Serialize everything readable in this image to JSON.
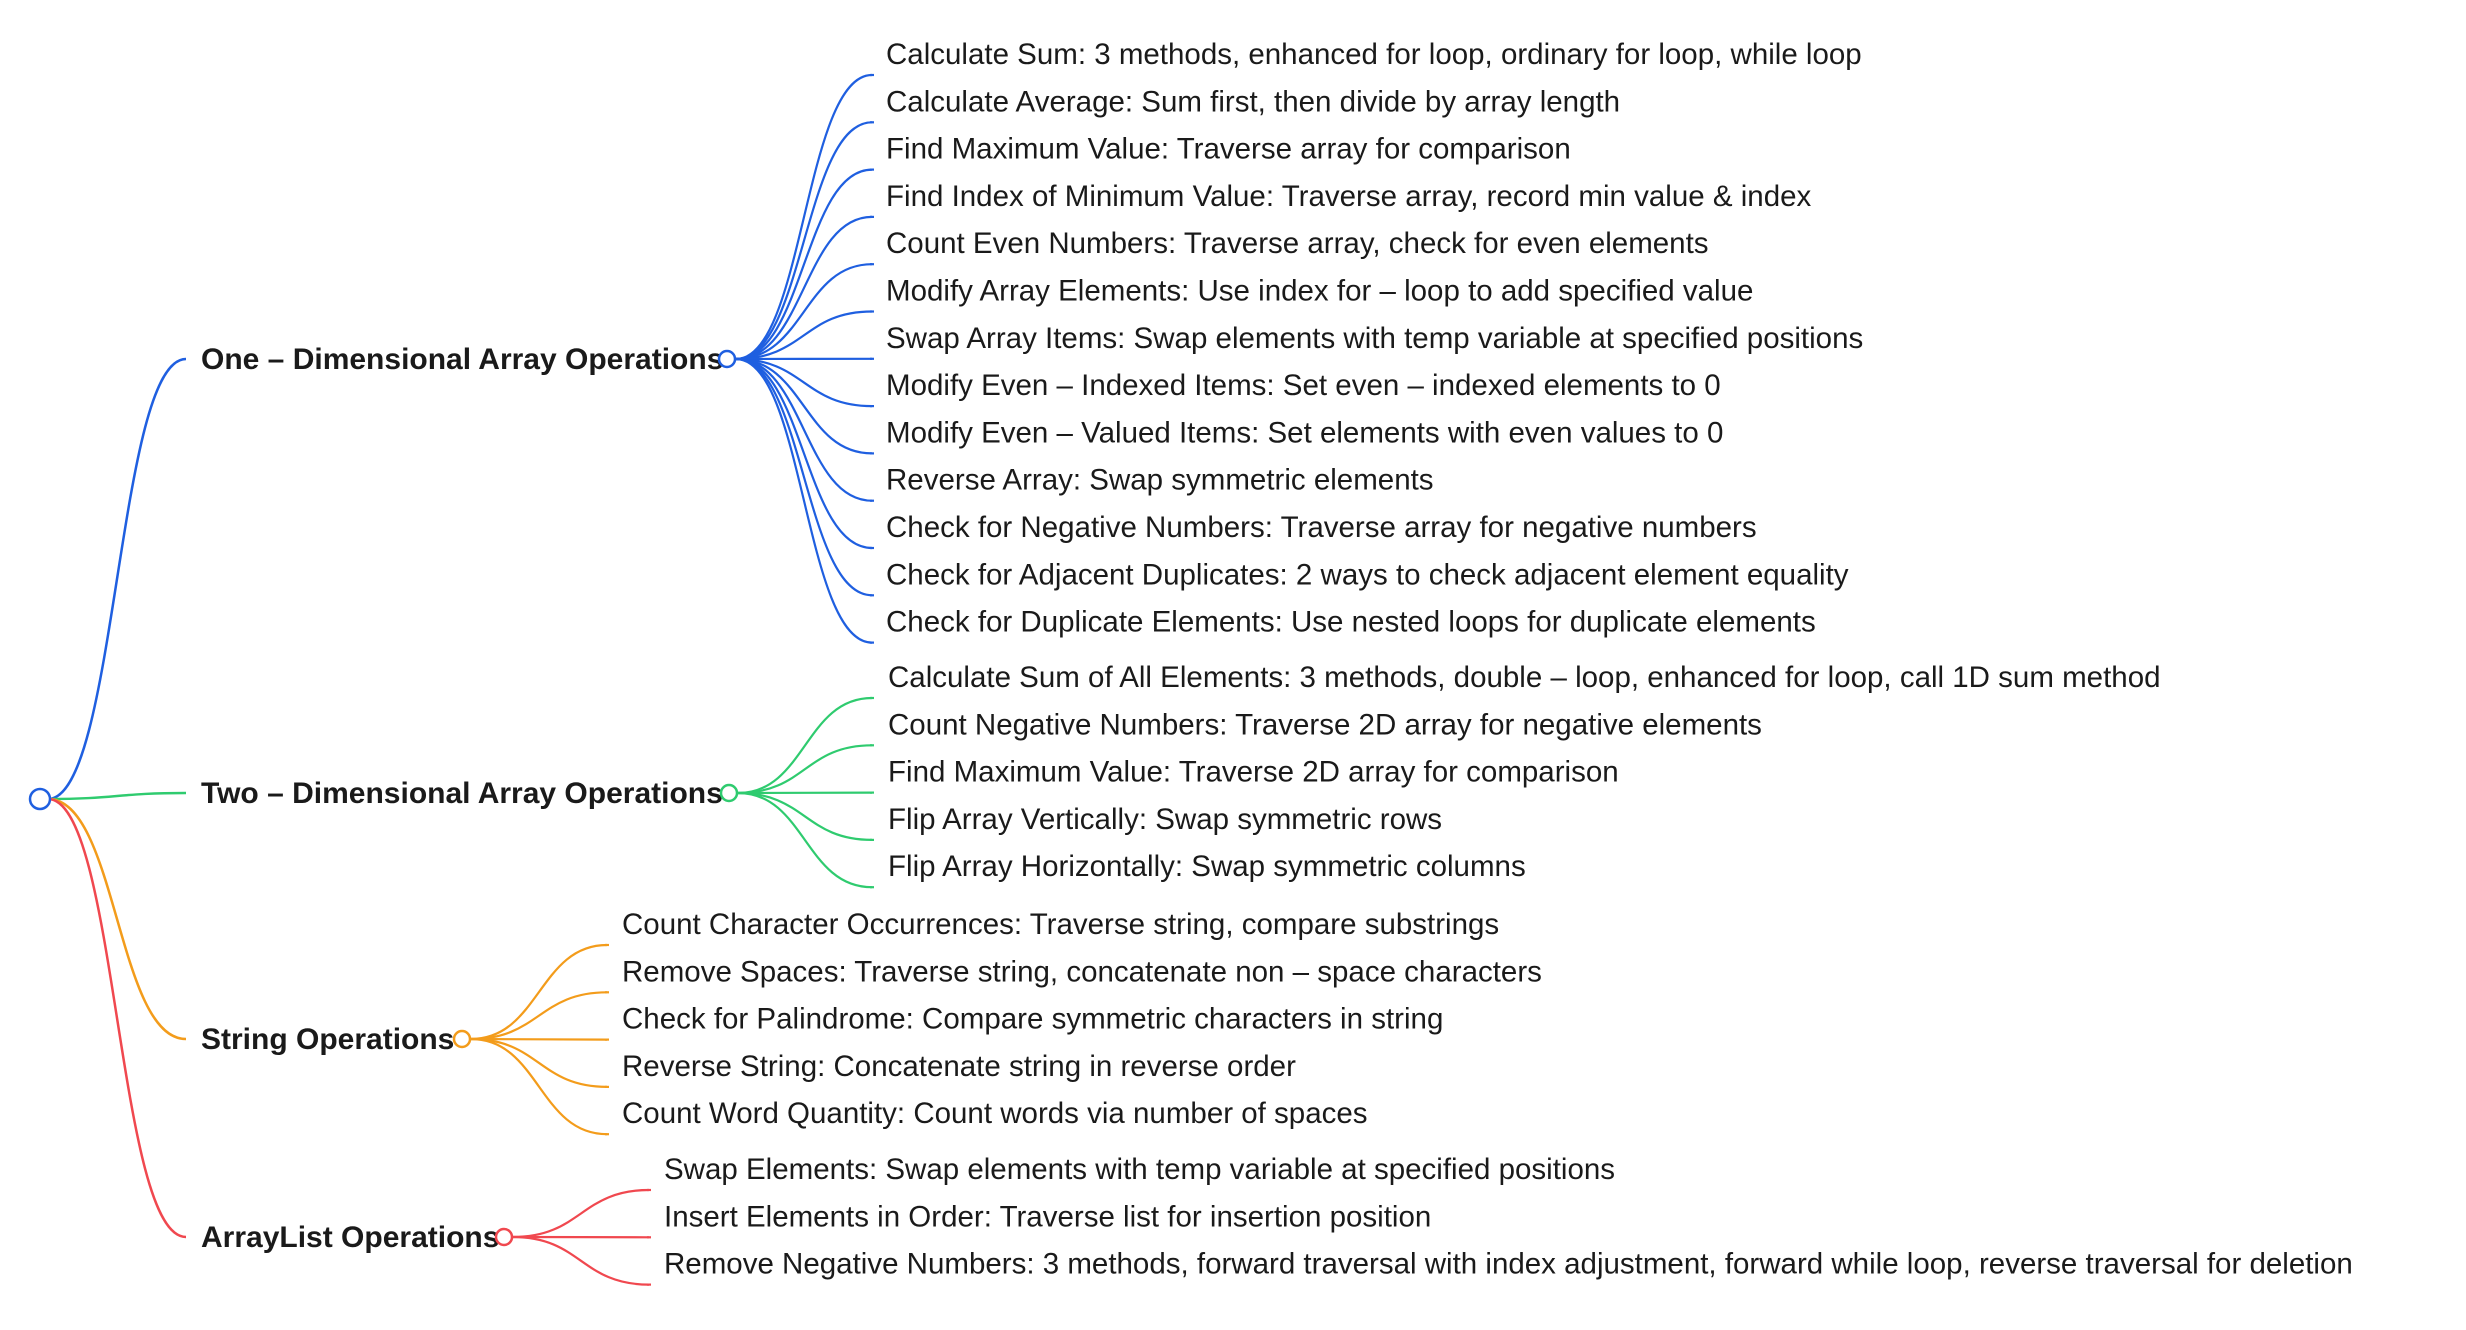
{
  "mindmap": {
    "root_color": "#1f5fe0",
    "branches": [
      {
        "label": "One – Dimensional Array Operations",
        "color": "#1f5fe0",
        "children": [
          "Calculate Sum: 3 methods, enhanced for loop, ordinary for loop, while loop",
          "Calculate Average: Sum first, then divide by array length",
          "Find Maximum Value: Traverse array for comparison",
          "Find Index of Minimum Value: Traverse array, record min value & index",
          "Count Even Numbers: Traverse array, check for even elements",
          "Modify Array Elements: Use index for – loop to add specified value",
          "Swap Array Items: Swap elements with temp variable at specified positions",
          "Modify Even – Indexed Items: Set even – indexed elements to 0",
          "Modify Even – Valued Items: Set elements with even values to 0",
          "Reverse Array: Swap symmetric elements",
          "Check for Negative Numbers: Traverse array for negative numbers",
          "Check for Adjacent Duplicates: 2 ways to check adjacent element equality",
          "Check for Duplicate Elements: Use nested loops for duplicate elements"
        ]
      },
      {
        "label": "Two – Dimensional Array Operations",
        "color": "#2fcb6f",
        "children": [
          "Calculate Sum of All Elements: 3 methods, double – loop, enhanced for loop, call 1D sum method",
          "Count Negative Numbers: Traverse 2D array for negative elements",
          "Find Maximum Value: Traverse 2D array for comparison",
          "Flip Array Vertically: Swap symmetric rows",
          "Flip Array Horizontally: Swap symmetric columns"
        ]
      },
      {
        "label": "String Operations",
        "color": "#f39c1b",
        "children": [
          "Count Character Occurrences: Traverse string, compare substrings",
          "Remove Spaces: Traverse string, concatenate non – space characters",
          "Check for Palindrome: Compare symmetric characters in string",
          "Reverse String: Concatenate string in reverse order",
          "Count Word Quantity: Count words via number of spaces"
        ]
      },
      {
        "label": "ArrayList Operations",
        "color": "#f0484f",
        "children": [
          "Swap Elements: Swap elements with temp variable at specified positions",
          "Insert Elements in Order: Traverse list for insertion position",
          "Remove Negative Numbers: 3 methods, forward traversal with index adjustment, forward while loop, reverse traversal for deletion"
        ]
      }
    ]
  }
}
